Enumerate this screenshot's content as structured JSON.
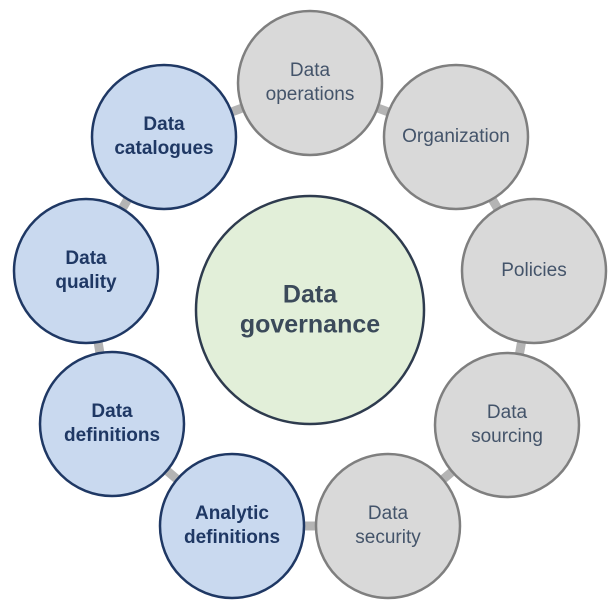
{
  "center": {
    "line1": "Data",
    "line2": "governance",
    "fill": "#e2efd9",
    "stroke": "#2e3b4e"
  },
  "colors": {
    "blue_fill": "#c9d9ef",
    "blue_stroke": "#1f3864",
    "grey_fill": "#d9d9d9",
    "grey_stroke": "#7f7f7f",
    "connector": "#b4b4b4"
  },
  "nodes": [
    {
      "name": "data-operations",
      "style": "grey",
      "lines": [
        "Data",
        "operations"
      ]
    },
    {
      "name": "organization",
      "style": "grey",
      "lines": [
        "Organization"
      ]
    },
    {
      "name": "policies",
      "style": "grey",
      "lines": [
        "Policies"
      ]
    },
    {
      "name": "data-sourcing",
      "style": "grey",
      "lines": [
        "Data",
        "sourcing"
      ]
    },
    {
      "name": "data-security",
      "style": "grey",
      "lines": [
        "Data",
        "security"
      ]
    },
    {
      "name": "analytic-definitions",
      "style": "blue",
      "lines": [
        "Analytic",
        "definitions"
      ]
    },
    {
      "name": "data-definitions",
      "style": "blue",
      "lines": [
        "Data",
        "definitions"
      ]
    },
    {
      "name": "data-quality",
      "style": "blue",
      "lines": [
        "Data",
        "quality"
      ]
    },
    {
      "name": "data-catalogues",
      "style": "blue",
      "lines": [
        "Data",
        "catalogues"
      ]
    }
  ]
}
